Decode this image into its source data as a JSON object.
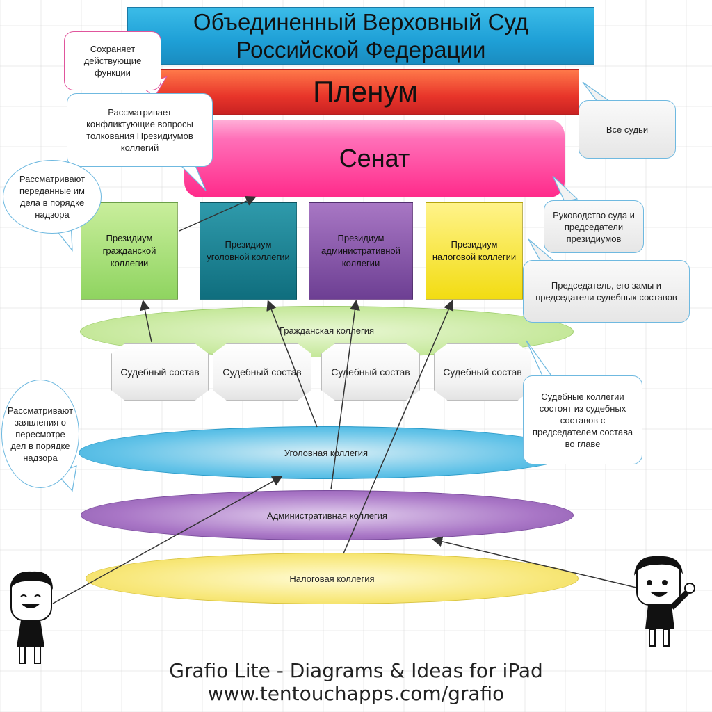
{
  "title": {
    "line1": "Объединенный Верховный Суд",
    "line2": "Российской Федерации"
  },
  "plenum": "Пленум",
  "senate": "Сенат",
  "presidiums": [
    "Президиум гражданской коллегии",
    "Президиум уголовной коллегии",
    "Президиум административной коллегии",
    "Президиум налоговой коллегии"
  ],
  "colleges": {
    "civil": "Гражданская коллегия",
    "criminal": "Уголовная коллегия",
    "administrative": "Административная коллегия",
    "tax": "Налоговая коллегия"
  },
  "sostav_label": "Судебный состав",
  "bubbles": {
    "keeps_functions": "Сохраняет действующие функции",
    "conflict_questions": "Рассматривает конфликтующие вопросы толкования Президиумов коллегий",
    "all_judges": "Все судьи",
    "review_supervision": "Рассматривают переданные им дела в порядке надзора",
    "leadership": "Руководство суда и председатели президиумов",
    "chairman": "Председатель, его замы и председатели судебных составов",
    "review_applications": "Рассматривают заявления о пересмотре дел в порядке надзора",
    "colleges_consist": "Судебные коллегии состоят из судебных составов с председателем состава во главе"
  },
  "footer": {
    "line1": "Grafio Lite - Diagrams & Ideas for iPad",
    "line2": "www.tentouchapps.com/grafio"
  },
  "colors": {
    "title": "#1e9fd6",
    "plenum": "#e8352a",
    "senate": "#ff2a8a",
    "civil": "#8fd460",
    "criminal": "#0f6e7e",
    "administrative": "#6d3f93",
    "tax": "#f2dc12"
  }
}
